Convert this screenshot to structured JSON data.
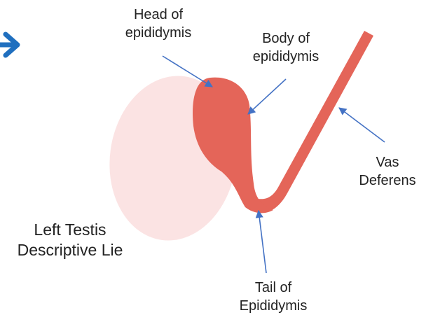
{
  "diagram": {
    "labels": {
      "head": [
        "Head of",
        "epididymis"
      ],
      "body": [
        "Body of",
        "epididymis"
      ],
      "vas": [
        "Vas",
        "Deferens"
      ],
      "testis": [
        "Left Testis",
        "Descriptive Lie"
      ],
      "tail": [
        "Tail of",
        "Epididymis"
      ]
    },
    "icons": {
      "nav_arrow": "arrow-right-icon"
    },
    "colors": {
      "testis_fill": "#fbe3e3",
      "epididymis_fill": "#e46559",
      "pointer": "#4472c4",
      "nav_arrow": "#1f6fbf",
      "text": "#222222"
    }
  }
}
